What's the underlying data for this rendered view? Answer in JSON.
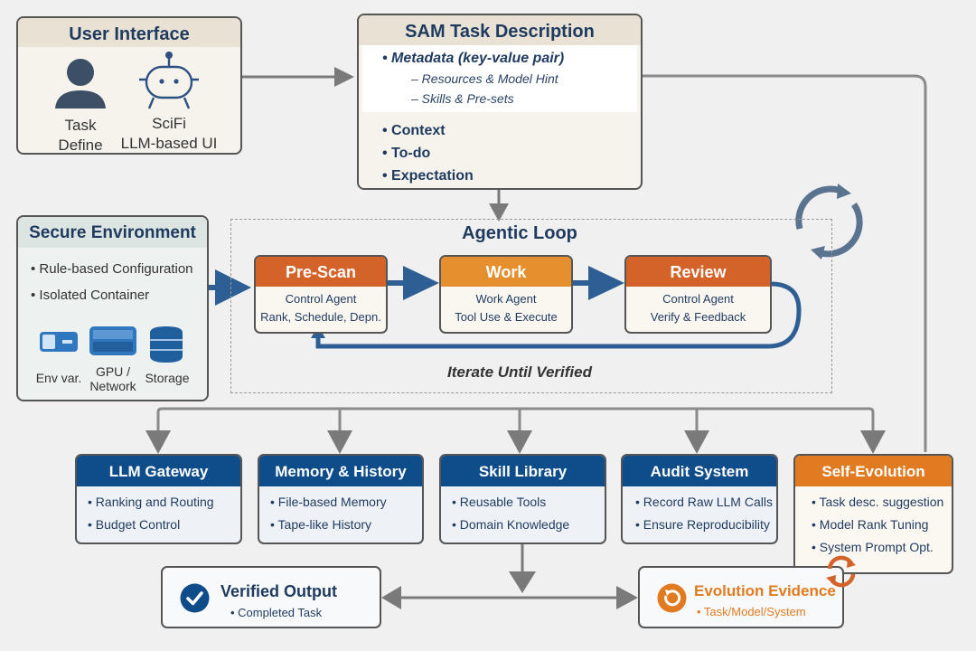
{
  "user_interface": {
    "title": "User Interface",
    "items": [
      {
        "icon": "user-icon",
        "line1": "Task",
        "line2": "Define"
      },
      {
        "icon": "robot-icon",
        "line1": "SciFi",
        "line2": "LLM-based UI"
      }
    ]
  },
  "sam": {
    "title": "SAM Task Description",
    "metadata": {
      "title": "• Metadata (key-value pair)",
      "subs": [
        "– Resources & Model Hint",
        "– Skills & Pre-sets"
      ]
    },
    "items": [
      "• Context",
      "• To-do",
      "• Expectation"
    ]
  },
  "secure_env": {
    "title": "Secure Environment",
    "items": [
      "• Rule-based Configuration",
      "• Isolated Container"
    ],
    "resources": [
      {
        "icon": "env-var-icon",
        "label": "Env var."
      },
      {
        "icon": "gpu-network-icon",
        "label1": "GPU /",
        "label2": "Network"
      },
      {
        "icon": "storage-icon",
        "label": "Storage"
      }
    ]
  },
  "agentic_loop": {
    "title": "Agentic Loop",
    "caption": "Iterate Until Verified",
    "steps": [
      {
        "title": "Pre-Scan",
        "line1": "Control Agent",
        "line2": "Rank, Schedule, Depn.",
        "color": "#d4632a"
      },
      {
        "title": "Work",
        "line1": "Work Agent",
        "line2": "Tool Use & Execute",
        "color": "#e58f2e"
      },
      {
        "title": "Review",
        "line1": "Control Agent",
        "line2": "Verify & Feedback",
        "color": "#d4632a"
      }
    ]
  },
  "modules": [
    {
      "title": "LLM Gateway",
      "items": [
        "• Ranking and Routing",
        "• Budget Control"
      ]
    },
    {
      "title": "Memory & History",
      "items": [
        "• File-based Memory",
        "• Tape-like History"
      ]
    },
    {
      "title": "Skill Library",
      "items": [
        "• Reusable Tools",
        "• Domain Knowledge"
      ]
    },
    {
      "title": "Audit System",
      "items": [
        "• Record Raw LLM Calls",
        "• Ensure Reproducibility"
      ]
    },
    {
      "title": "Self-Evolution",
      "items": [
        "• Task desc. suggestion",
        "• Model Rank Tuning",
        "• System Prompt Opt."
      ]
    }
  ],
  "verified_output": {
    "title": "Verified Output",
    "sub": "• Completed Task"
  },
  "evolution_evidence": {
    "title": "Evolution Evidence",
    "sub": "• Task/Model/System"
  },
  "colors": {
    "navy": "#0f4c8a",
    "arrow_blue": "#2e5f94",
    "orange": "#e07b22",
    "orange_dark": "#d4632a",
    "gray_arrow": "#7a7a7a",
    "cycle_icon": "#5a7490"
  }
}
